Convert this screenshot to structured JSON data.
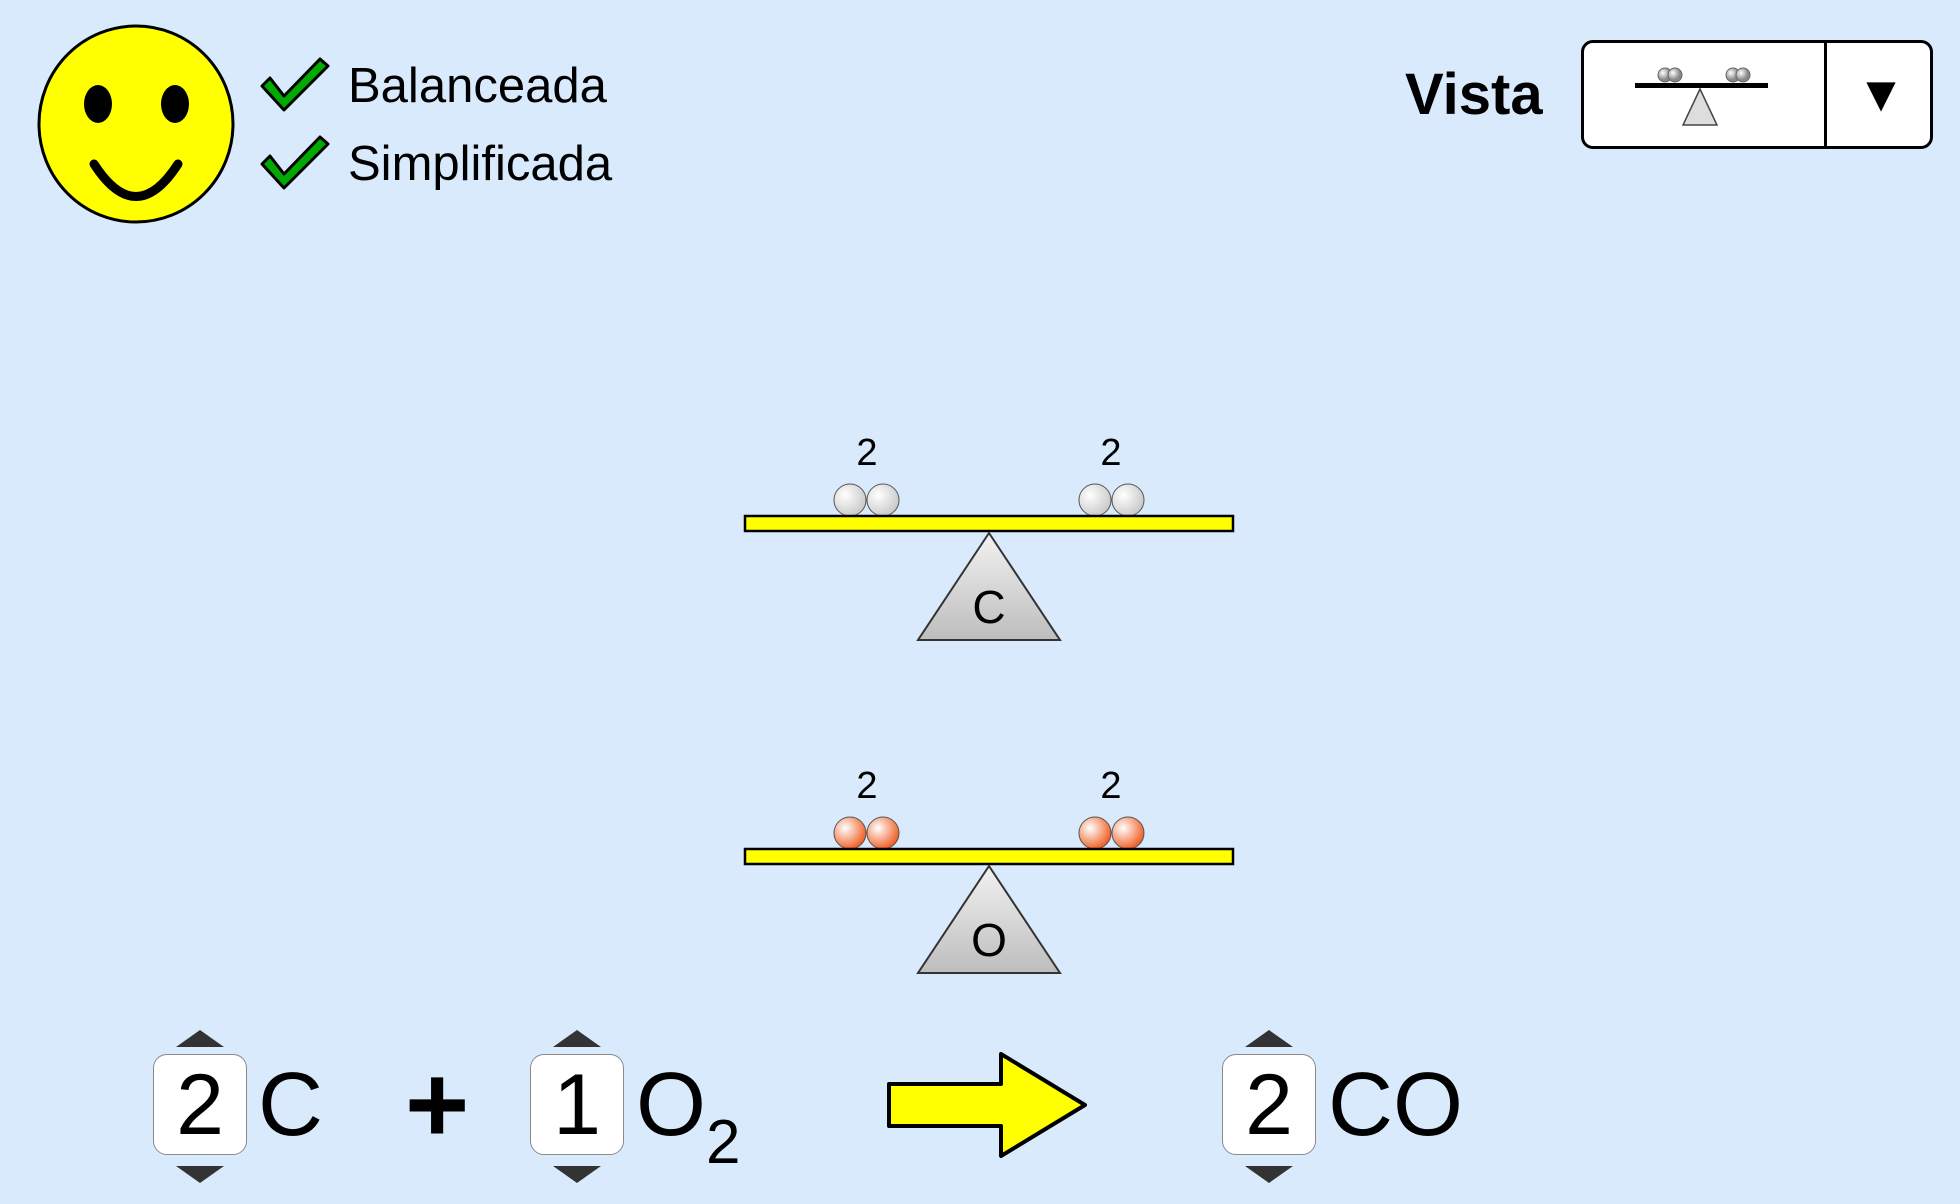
{
  "status": {
    "face": "smiley-happy",
    "checks": [
      {
        "label": "Balanceada",
        "icon": "check-icon",
        "checked": true
      },
      {
        "label": "Simplificada",
        "icon": "check-icon",
        "checked": true
      }
    ]
  },
  "view": {
    "label": "Vista",
    "selected": "balance-scale-view",
    "arrow": "▼"
  },
  "balances": [
    {
      "element": "C",
      "left_count": "2",
      "right_count": "2",
      "atom_color": "#c8c8c8"
    },
    {
      "element": "O",
      "left_count": "2",
      "right_count": "2",
      "atom_color": "#f05a1e"
    }
  ],
  "equation": {
    "reactants": [
      {
        "coefficient": "2",
        "formula": "C",
        "subscript": ""
      },
      {
        "coefficient": "1",
        "formula": "O",
        "subscript": "2"
      }
    ],
    "plus": "+",
    "products": [
      {
        "coefficient": "2",
        "formula": "CO",
        "subscript": ""
      }
    ]
  },
  "colors": {
    "background": "#d9eafd",
    "beam": "#ffff00",
    "check": "#00aa00",
    "arrow": "#ffff00"
  }
}
